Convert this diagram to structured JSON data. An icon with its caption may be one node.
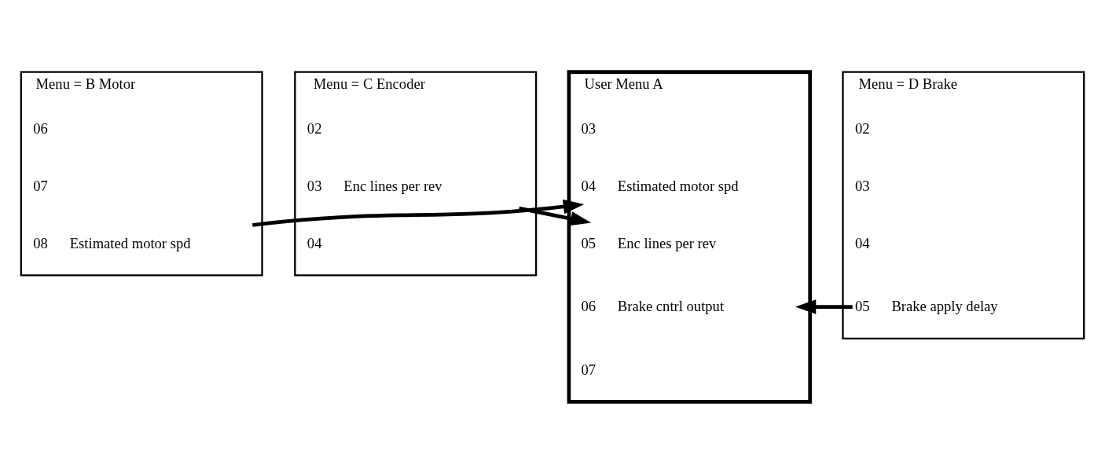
{
  "diagram": {
    "nodes": [
      {
        "text": [
          "Menu = B Motor"
        ]
      },
      {
        "text": [
          "06"
        ],
        "in": 0
      },
      {
        "text": [
          "07"
        ],
        "in": 0
      },
      {
        "text": [
          "08",
          "Estimated motor spd"
        ],
        "in": 0
      },
      {
        "text": [
          "User Menu A"
        ]
      },
      {
        "text": [
          "03"
        ],
        "in": 4
      },
      {
        "text": [
          "04",
          "Estimated motor spd"
        ],
        "in": 4
      },
      {
        "text": [
          "05",
          "Enc lines per rev"
        ],
        "in": 4
      },
      {
        "text": [
          "06",
          "Brake cntrl output"
        ],
        "in": 4
      },
      {
        "text": [
          "07"
        ],
        "in": 4
      },
      {
        "text": [
          "Menu = C Encoder"
        ]
      },
      {
        "text": [
          "02"
        ],
        "in": 10
      },
      {
        "text": [
          "03",
          "Enc lines per rev"
        ],
        "in": 10
      },
      {
        "text": [
          "04"
        ],
        "in": 10
      },
      {
        "text": [
          "Menu = D Brake"
        ]
      },
      {
        "text": [
          "02"
        ],
        "in": 14
      },
      {
        "text": [
          "03"
        ],
        "in": 14
      },
      {
        "text": [
          "04"
        ],
        "in": 14
      },
      {
        "text": [
          "05",
          "Brake apply delay"
        ],
        "in": 14
      }
    ],
    "edges": [
      {
        "from": 3,
        "to": 6,
        "arrow": "to"
      },
      {
        "from": 12,
        "to": 7,
        "arrow": "to"
      },
      {
        "from": 18,
        "to": 8,
        "arrow": "to"
      }
    ]
  }
}
